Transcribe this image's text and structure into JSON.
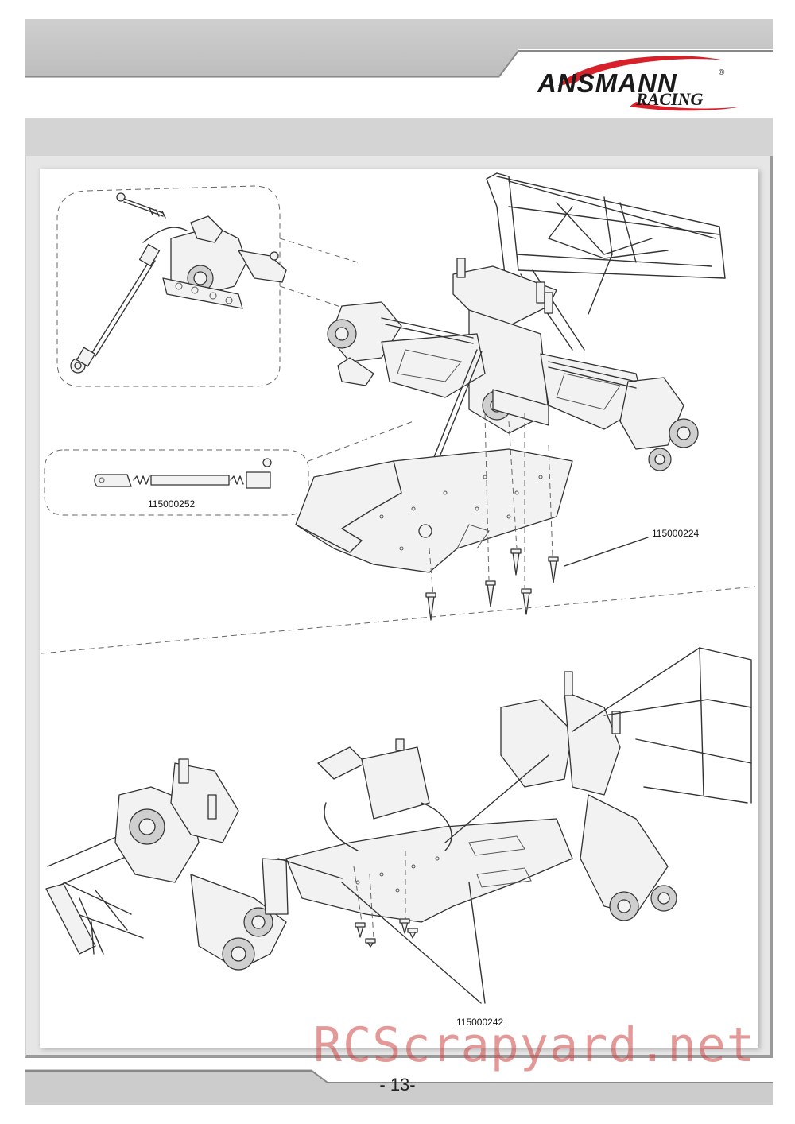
{
  "brand": {
    "name": "ANSMANN",
    "sub": "RACING",
    "reg": "®",
    "accent": "#d8202a"
  },
  "parts": {
    "turnbuckle": "115000252",
    "screws": "115000224",
    "linkage": "115000242"
  },
  "page": {
    "number": "- 13-"
  },
  "watermark": {
    "text": "RCScrapyard.net"
  }
}
